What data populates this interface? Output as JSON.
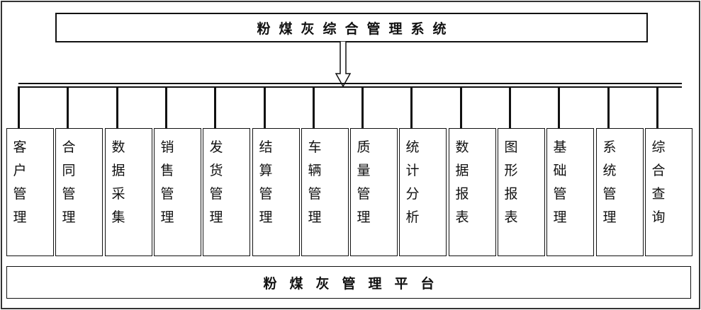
{
  "system_title": "粉煤灰综合管理系统",
  "platform_title": "粉煤灰管理平台",
  "modules": [
    {
      "label": "客户管理"
    },
    {
      "label": "合同管理"
    },
    {
      "label": "数据采集"
    },
    {
      "label": "销售管理"
    },
    {
      "label": "发货管理"
    },
    {
      "label": "结算管理"
    },
    {
      "label": "车辆管理"
    },
    {
      "label": "质量管理"
    },
    {
      "label": "统计分析"
    },
    {
      "label": "数据报表"
    },
    {
      "label": "图形报表"
    },
    {
      "label": "基础管理"
    },
    {
      "label": "系统管理"
    },
    {
      "label": "综合查询"
    }
  ]
}
